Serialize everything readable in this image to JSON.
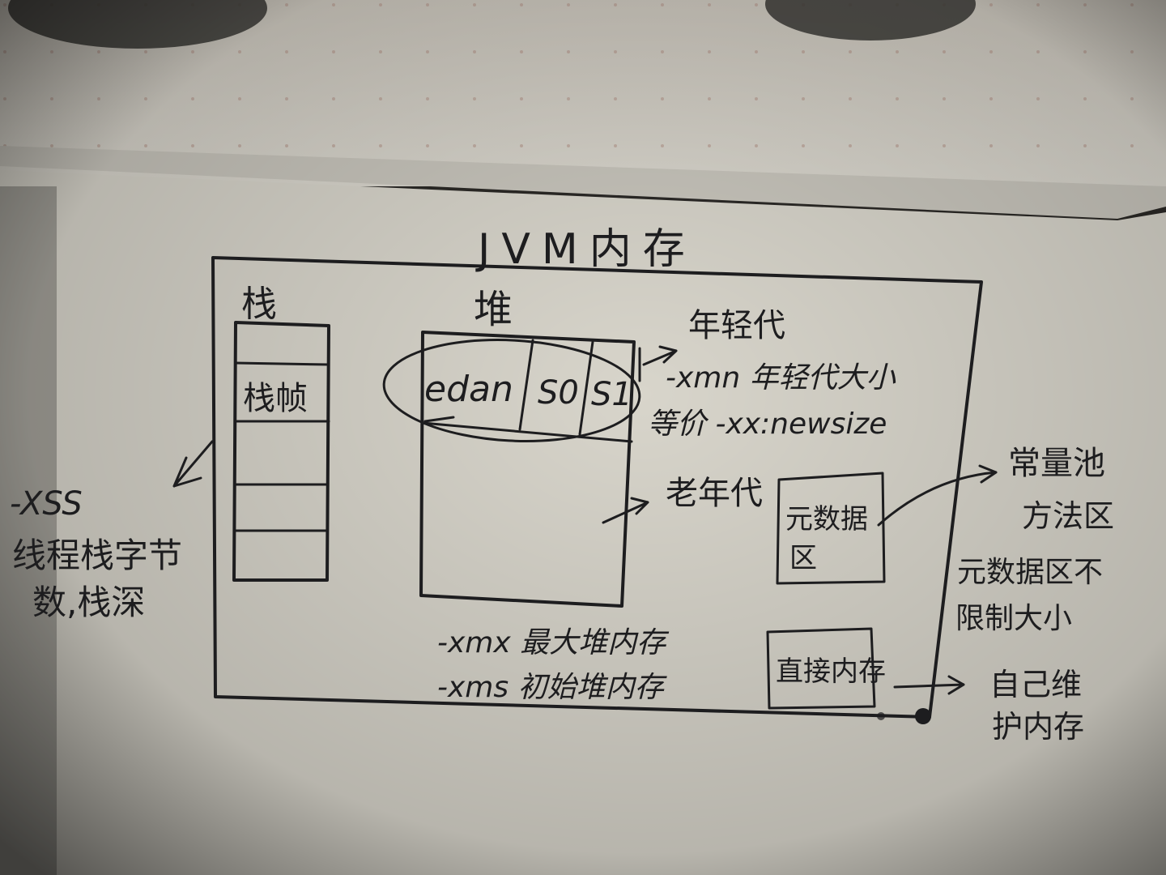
{
  "title": "JVM内存",
  "stack": {
    "label": "栈",
    "frame_label": "栈帧",
    "option": "-XSS",
    "note_line1": "线程栈字节",
    "note_line2": "数,栈深"
  },
  "heap": {
    "label": "堆",
    "eden": "edan",
    "s0": "S0",
    "s1": "S1",
    "young_gen": "年轻代",
    "xmn": "-xmn 年轻代大小",
    "equiv": "等价 -xx:newsize",
    "old_gen": "老年代",
    "xmx": "-xmx 最大堆内存",
    "xms": "-xms 初始堆内存"
  },
  "metaspace": {
    "box_line1": "元数据",
    "box_line2": "区",
    "pool": "常量池",
    "method_area": "方法区",
    "note_line1": "元数据区不",
    "note_line2": "限制大小"
  },
  "direct_memory": {
    "box_label": "直接内存",
    "note_line1": "自己维",
    "note_line2": "护内存"
  },
  "colors": {
    "paper": "#d9d6cc",
    "ink": "#1d1d1f",
    "background": "#2b2926"
  }
}
